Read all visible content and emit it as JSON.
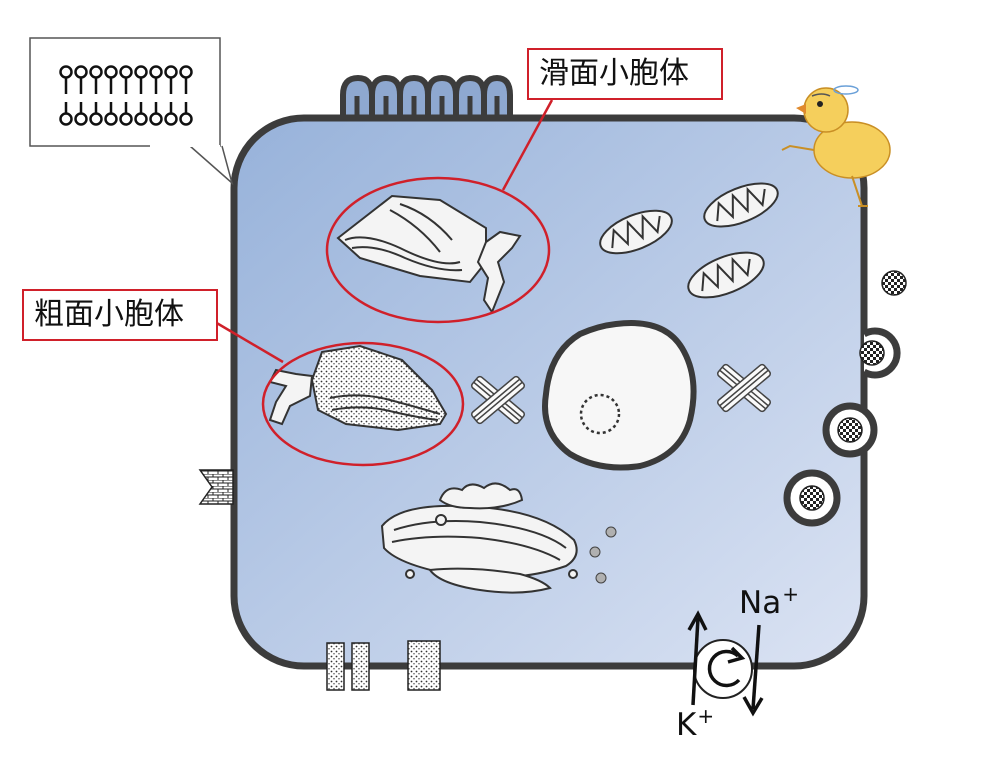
{
  "labels": {
    "smooth_er": "滑面小胞体",
    "rough_er": "粗面小胞体"
  },
  "ions": {
    "sodium": {
      "symbol": "Na",
      "charge": "+"
    },
    "potassium": {
      "symbol": "K",
      "charge": "+"
    }
  },
  "colors": {
    "cytoplasm_top": "#9db6dc",
    "cytoplasm_bottom": "#d6e0f2",
    "membrane": "#3c3c3c",
    "highlight_red": "#d0202a",
    "organelle_fill": "#f4f4f4",
    "outline": "#333333"
  }
}
